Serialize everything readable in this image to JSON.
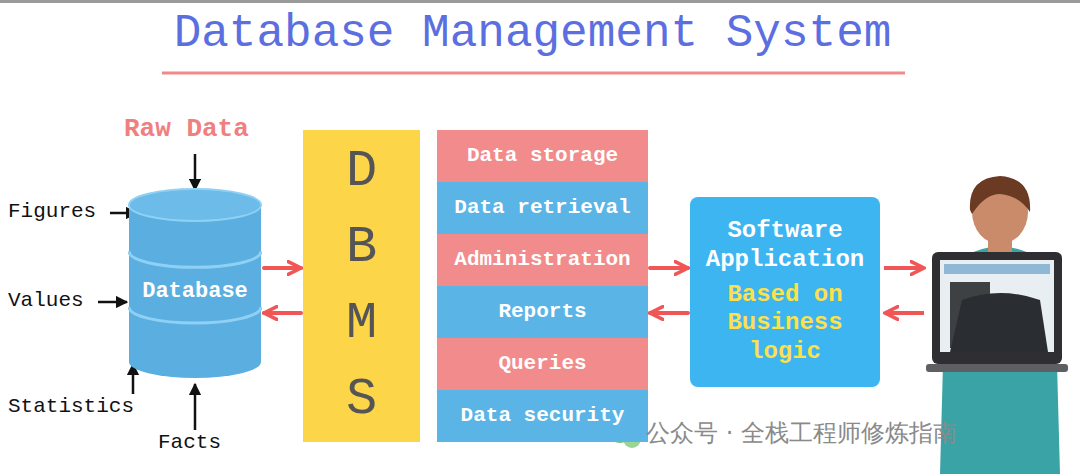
{
  "diagram": {
    "title": "Database Management System",
    "nodes": [
      {
        "text": [
          "Database"
        ]
      },
      {
        "text": [
          "DBMS"
        ]
      },
      {
        "text": [
          "Data storage"
        ]
      },
      {
        "text": [
          "Data retrieval"
        ]
      },
      {
        "text": [
          "Administration"
        ]
      },
      {
        "text": [
          "Reports"
        ]
      },
      {
        "text": [
          "Queries"
        ]
      },
      {
        "text": [
          "Data security"
        ]
      },
      {
        "text": [
          "Software Application",
          "Based on Business logic"
        ]
      }
    ],
    "edges": [
      {
        "from": 0,
        "to": 1,
        "arrow": "to"
      },
      {
        "from": 1,
        "to": 0,
        "arrow": "to"
      },
      {
        "from": 4,
        "to": 8,
        "arrow": "to"
      },
      {
        "from": 8,
        "to": 5,
        "arrow": "to"
      }
    ],
    "labels": [
      "Raw Data",
      "Figures",
      "Values",
      "Statistics",
      "Facts",
      "公众号 · 全栈工程师修炼指南"
    ]
  }
}
